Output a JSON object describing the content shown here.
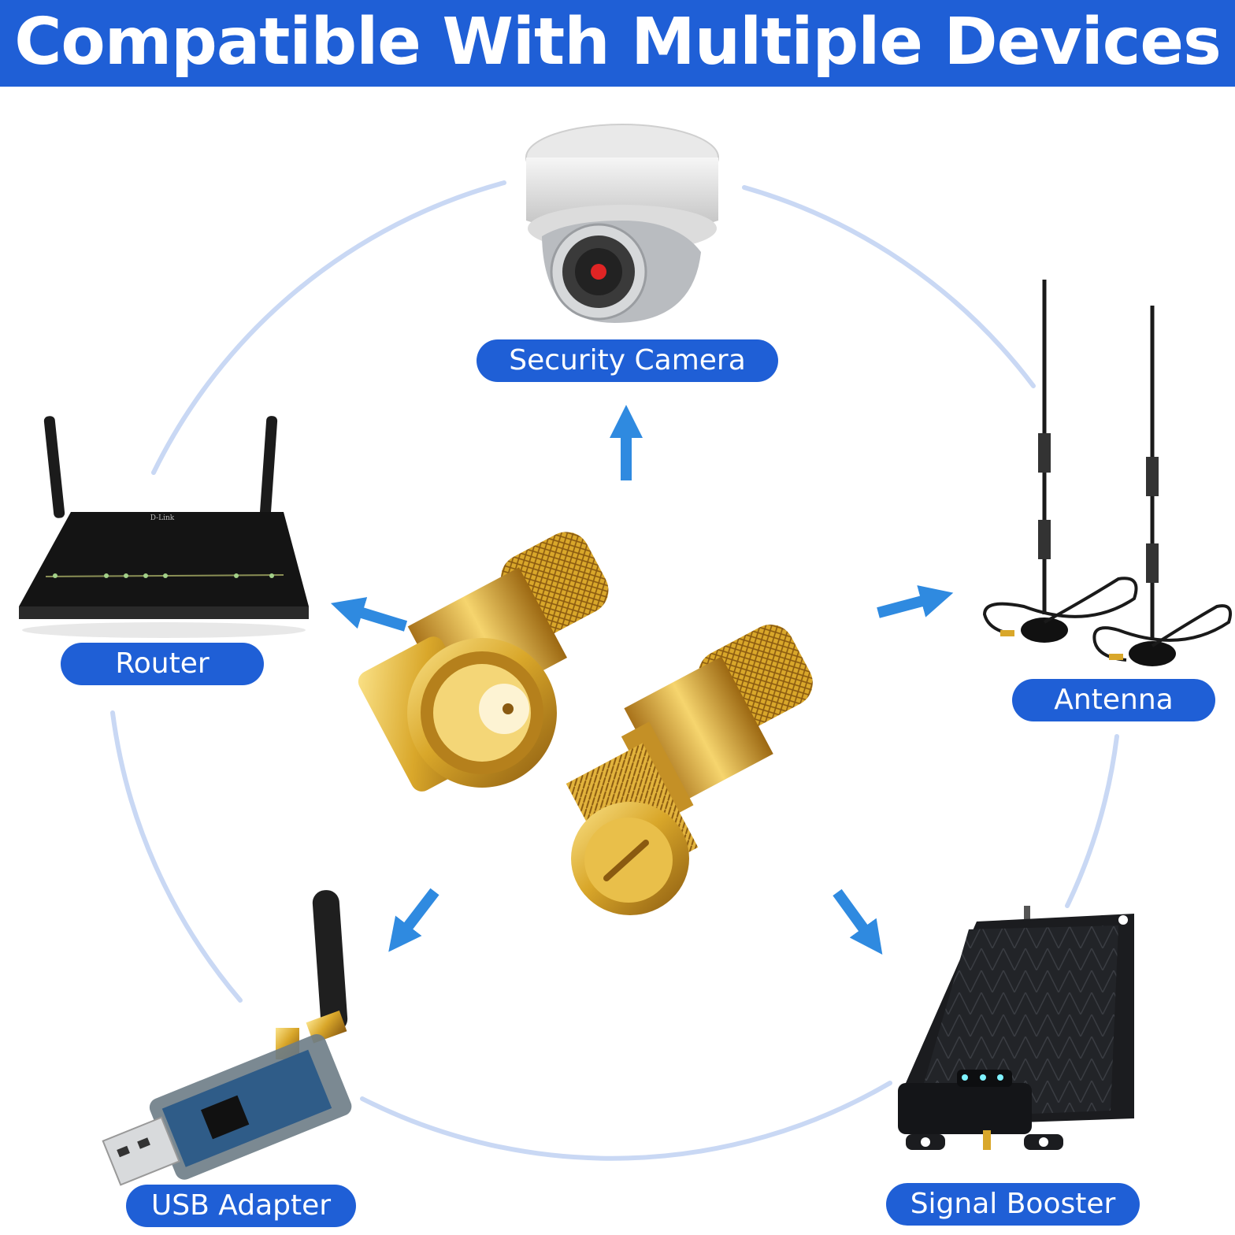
{
  "header": {
    "title": "Compatible With Multiple Devices"
  },
  "devices": {
    "security_camera": {
      "label": "Security Camera",
      "icon": "security-camera-icon"
    },
    "router": {
      "label": "Router",
      "icon": "router-icon",
      "brand": "D-Link"
    },
    "antenna": {
      "label": "Antenna",
      "icon": "antenna-icon"
    },
    "usb_adapter": {
      "label": "USB Adapter",
      "icon": "usb-adapter-icon"
    },
    "signal_booster": {
      "label": "Signal Booster",
      "icon": "signal-booster-icon"
    }
  },
  "center": {
    "icon": "rp-sma-connector-icon"
  },
  "colors": {
    "banner": "#1f5fd6",
    "arrow": "#2f8ae0",
    "ring": "#c9d8f4",
    "gold": "#d9a72a"
  }
}
